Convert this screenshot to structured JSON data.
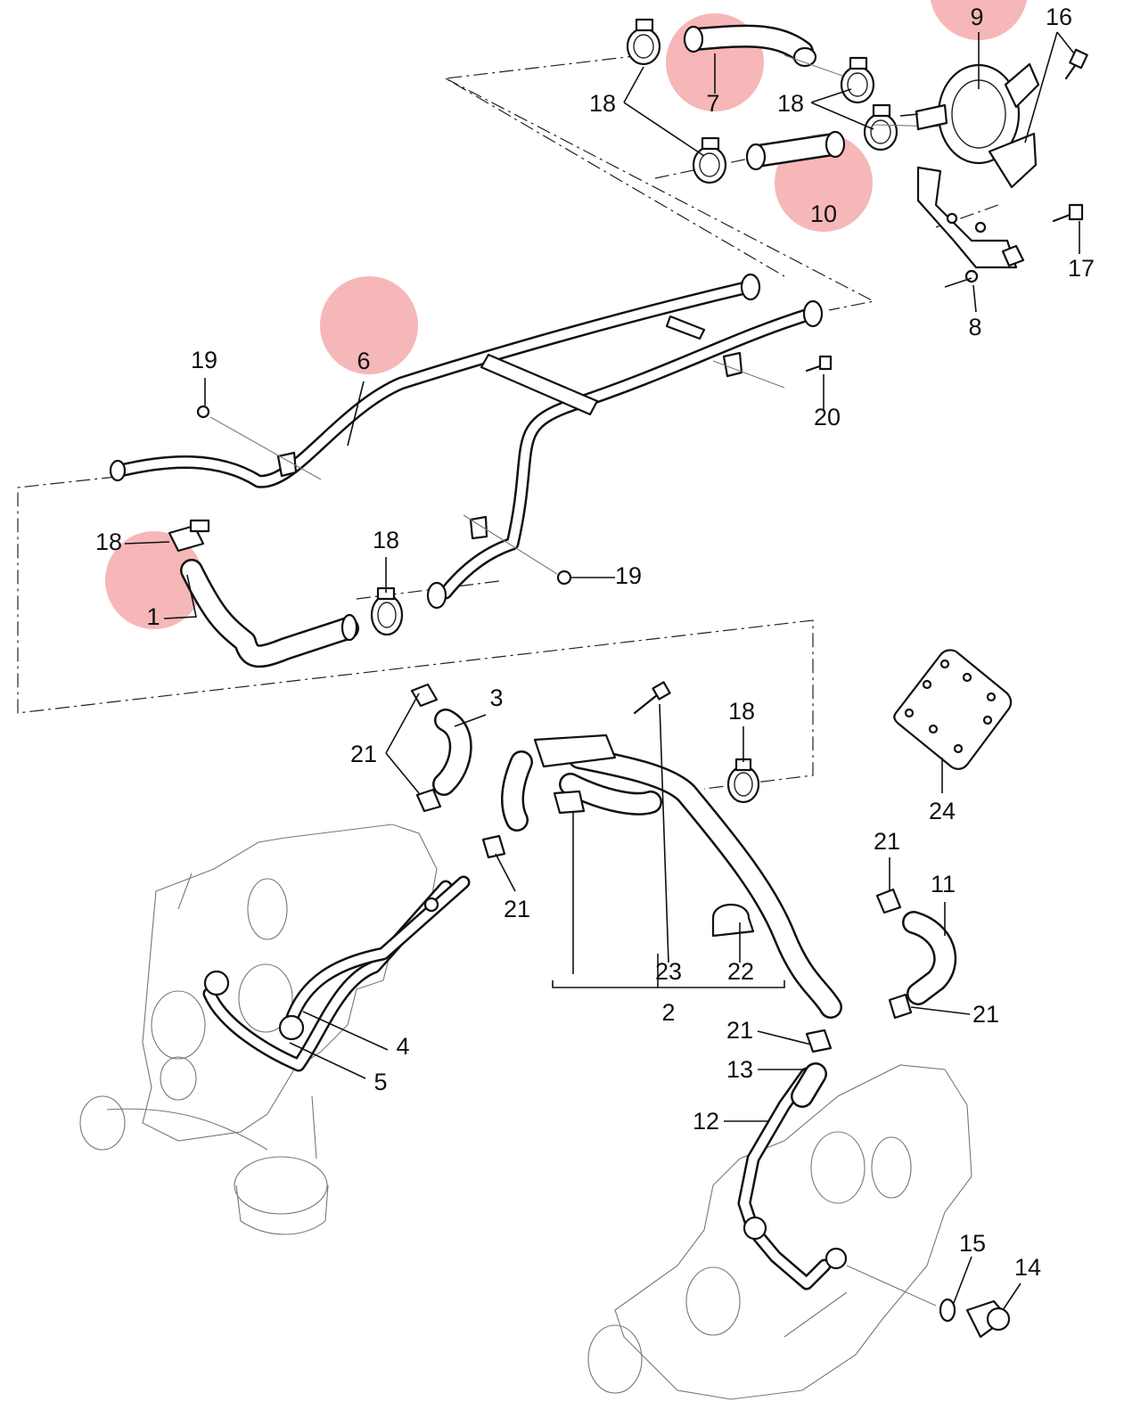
{
  "callouts": [
    {
      "id": "c1",
      "text": "1"
    },
    {
      "id": "c2",
      "text": "2"
    },
    {
      "id": "c3",
      "text": "3"
    },
    {
      "id": "c4",
      "text": "4"
    },
    {
      "id": "c5",
      "text": "5"
    },
    {
      "id": "c6",
      "text": "6"
    },
    {
      "id": "c7",
      "text": "7"
    },
    {
      "id": "c8",
      "text": "8"
    },
    {
      "id": "c9",
      "text": "9"
    },
    {
      "id": "c10",
      "text": "10"
    },
    {
      "id": "c11",
      "text": "11"
    },
    {
      "id": "c12",
      "text": "12"
    },
    {
      "id": "c13",
      "text": "13"
    },
    {
      "id": "c14",
      "text": "14"
    },
    {
      "id": "c15",
      "text": "15"
    },
    {
      "id": "c16",
      "text": "16"
    },
    {
      "id": "c17",
      "text": "17"
    },
    {
      "id": "c18a",
      "text": "18"
    },
    {
      "id": "c18b",
      "text": "18"
    },
    {
      "id": "c18c",
      "text": "18"
    },
    {
      "id": "c18d",
      "text": "18"
    },
    {
      "id": "c18e",
      "text": "18"
    },
    {
      "id": "c19a",
      "text": "19"
    },
    {
      "id": "c19b",
      "text": "19"
    },
    {
      "id": "c20",
      "text": "20"
    },
    {
      "id": "c21a",
      "text": "21"
    },
    {
      "id": "c21b",
      "text": "21"
    },
    {
      "id": "c21c",
      "text": "21"
    },
    {
      "id": "c21d",
      "text": "21"
    },
    {
      "id": "c21e",
      "text": "21"
    },
    {
      "id": "c22",
      "text": "22"
    },
    {
      "id": "c23",
      "text": "23"
    },
    {
      "id": "c24",
      "text": "24"
    }
  ],
  "highlight_color": "#f08a8c",
  "highlighted_parts": [
    "1",
    "6",
    "7",
    "9",
    "10"
  ]
}
